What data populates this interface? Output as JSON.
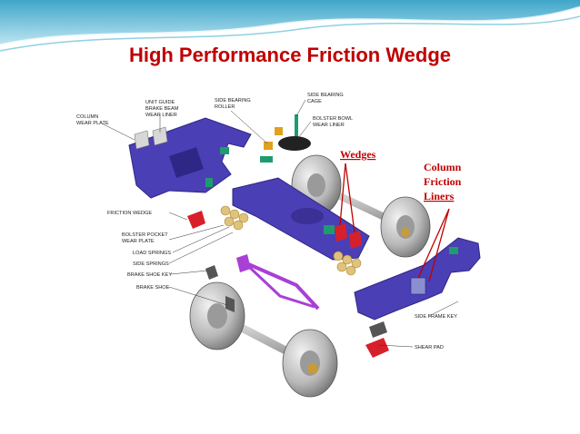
{
  "slide": {
    "title": "High Performance Friction Wedge"
  },
  "diagram": {
    "labels": {
      "column_wear_plate": [
        "COLUMN",
        "WEAR PLATE"
      ],
      "unit_guide": [
        "UNIT GUIDE",
        "BRAKE BEAM",
        "WEAR LINER"
      ],
      "side_bearing_roller": [
        "SIDE BEARING",
        "ROLLER"
      ],
      "side_bearing_cage": [
        "SIDE BEARING",
        "CAGE"
      ],
      "bolster_bowl": [
        "BOLSTER BOWL",
        "WEAR LINER"
      ],
      "friction_wedge": "FRICTION WEDGE",
      "bolster_pocket": [
        "BOLSTER POCKET",
        "WEAR PLATE"
      ],
      "load_springs": "LOAD SPRINGS",
      "side_springs": "SIDE SPRINGS",
      "brake_shoe_key": "BRAKE SHOE KEY",
      "brake_shoe": "BRAKE SHOE",
      "side_frame_key": "SIDE FRAME KEY",
      "shear_pad": "SHEAR PAD"
    },
    "callouts": {
      "wedges": "Wedges",
      "column_friction_liners": [
        "Column",
        "Friction",
        "Liners"
      ]
    },
    "colors": {
      "frame": "#4b3fb5",
      "frame_dark": "#2f2785",
      "brace": "#a93fd6",
      "wedge_red": "#d8202a",
      "spring": "#e0c27a",
      "accent_green": "#1e9c6e",
      "title_red": "#c00000"
    }
  }
}
